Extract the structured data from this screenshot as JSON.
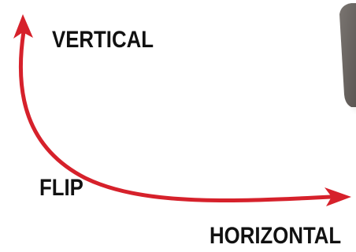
{
  "labels": {
    "vertical": "VERTICAL",
    "flip": "FLIP",
    "horizontal": "HORIZONTAL"
  },
  "colors": {
    "arrow": "#d6212b",
    "arrow_shadow": "#8f1018",
    "text": "#111111",
    "object_fill": "#6f6a67",
    "object_shadow": "#d9d6d3"
  }
}
